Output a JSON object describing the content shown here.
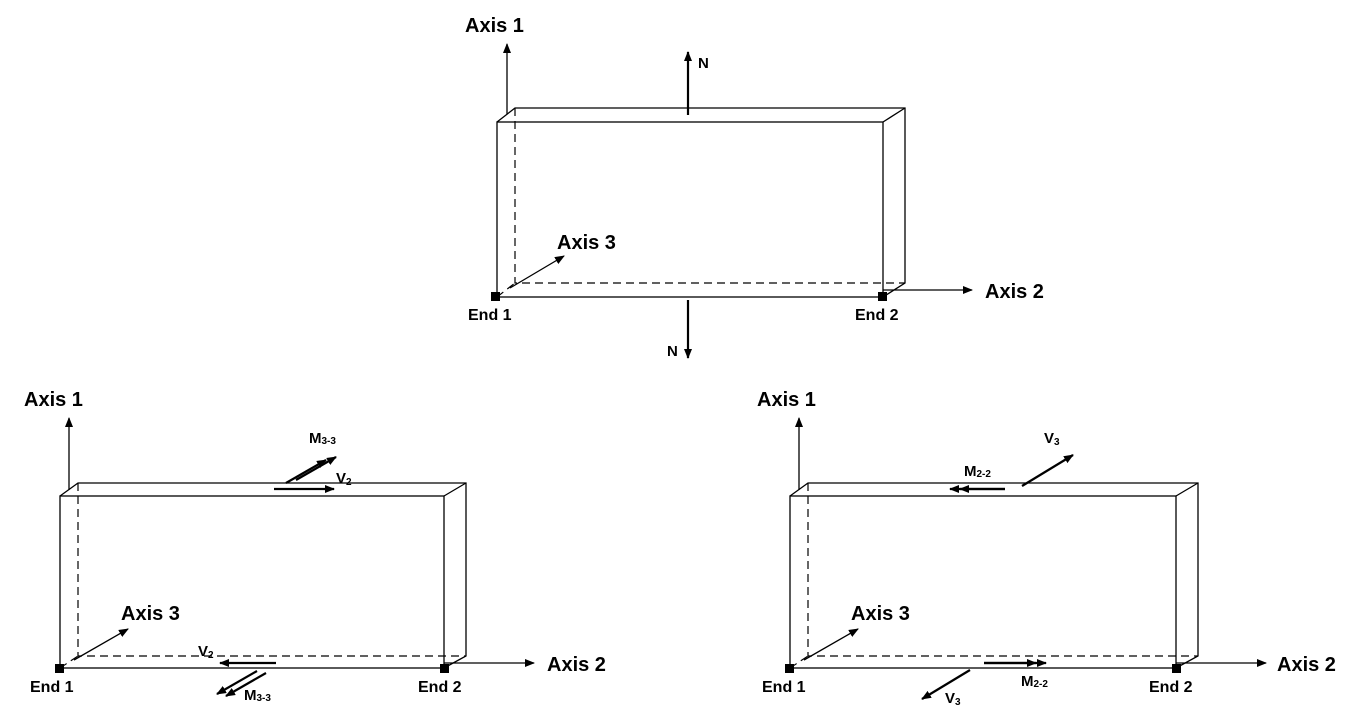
{
  "labels": {
    "axis1": "Axis 1",
    "axis2": "Axis 2",
    "axis3": "Axis 3",
    "end1": "End 1",
    "end2": "End 2",
    "n": "N",
    "m": "M",
    "v": "V",
    "sub_33": "3-3",
    "sub_22": "2-2",
    "sub_2": "2",
    "sub_3": "3"
  }
}
